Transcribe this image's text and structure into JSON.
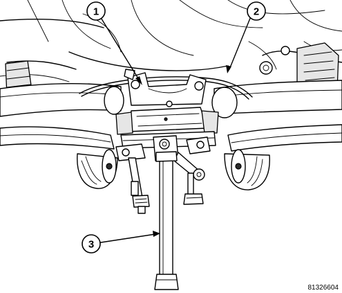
{
  "callouts": [
    {
      "id": "callout-1",
      "label": "1"
    },
    {
      "id": "callout-2",
      "label": "2"
    },
    {
      "id": "callout-3",
      "label": "3"
    }
  ],
  "figure_id": "81326604",
  "colors": {
    "line": "#000000",
    "background": "#ffffff",
    "shade": "#e6e6e6"
  }
}
